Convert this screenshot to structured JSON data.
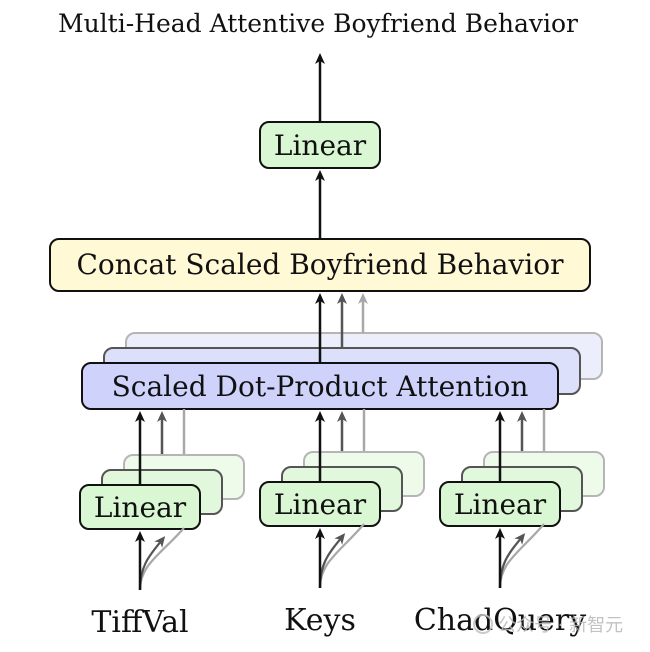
{
  "title": "Multi-Head Attentive Boyfriend Behavior",
  "top_linear": {
    "label": "Linear",
    "fill": "#d9f7d2"
  },
  "concat": {
    "label": "Concat Scaled Boyfriend Behavior",
    "fill": "#fff9d6"
  },
  "attention": {
    "label": "Scaled Dot-Product Attention",
    "fill": "#cfd3fb"
  },
  "input_linear_label": "Linear",
  "inputs": [
    {
      "label": "TiffVal"
    },
    {
      "label": "Keys"
    },
    {
      "label": "ChadQuery"
    }
  ],
  "watermark": "公众号 · 新智元",
  "colors": {
    "green": "#d9f7d2",
    "yellow": "#fff9d6",
    "blue": "#cfd3fb",
    "stroke": "#111111"
  }
}
